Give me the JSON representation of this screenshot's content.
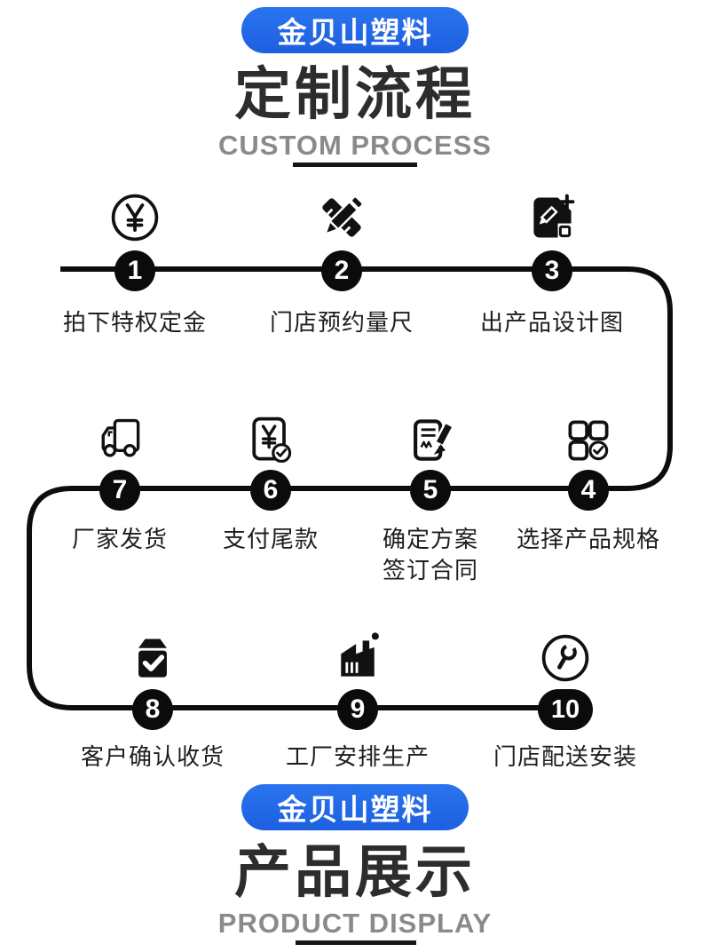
{
  "brand": {
    "badge_label": "金贝山塑料"
  },
  "process_section": {
    "title": "定制流程",
    "subtitle": "CUSTOM PROCESS"
  },
  "display_section": {
    "title": "产品展示",
    "subtitle": "PRODUCT DISPLAY"
  },
  "steps": [
    {
      "num": "1",
      "label": "拍下特权定金",
      "icon": "yen-circle-icon"
    },
    {
      "num": "2",
      "label": "门店预约量尺",
      "icon": "pencil-ruler-icon"
    },
    {
      "num": "3",
      "label": "出产品设计图",
      "icon": "design-file-icon"
    },
    {
      "num": "4",
      "label": "选择产品规格",
      "icon": "grid-check-icon"
    },
    {
      "num": "5",
      "label": "确定方案",
      "label_line2": "签订合同",
      "icon": "contract-pen-icon"
    },
    {
      "num": "6",
      "label": "支付尾款",
      "icon": "payment-check-icon"
    },
    {
      "num": "7",
      "label": "厂家发货",
      "icon": "truck-icon"
    },
    {
      "num": "8",
      "label": "客户确认收货",
      "icon": "box-check-icon"
    },
    {
      "num": "9",
      "label": "工厂安排生产",
      "icon": "factory-icon"
    },
    {
      "num": "10",
      "label": "门店配送安装",
      "icon": "wrench-circle-icon"
    }
  ],
  "colors": {
    "brand_blue": "#2063e4",
    "ink": "#0d0d0d",
    "subtitle_gray": "#8a8a8a"
  }
}
